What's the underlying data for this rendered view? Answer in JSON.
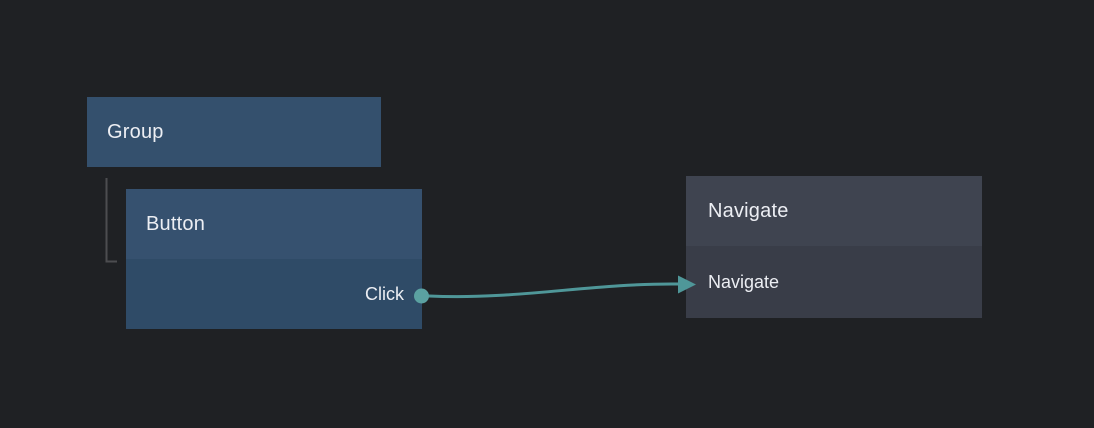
{
  "editor": {
    "nodes": {
      "group": {
        "title": "Group"
      },
      "button": {
        "title": "Button",
        "output_port_label": "Click"
      },
      "navigate": {
        "title": "Navigate",
        "action_row_label": "Navigate"
      }
    },
    "connections": [
      {
        "from_node": "Button",
        "from_port": "Click",
        "to_node": "Navigate",
        "to_row": "Navigate"
      }
    ],
    "hierarchy": [
      {
        "parent": "Group",
        "child": "Button"
      }
    ],
    "colors": {
      "canvas_background": "#1f2124",
      "selected_node_header": "#36516f",
      "selected_node_body": "#2f4b67",
      "group_node": "#34506d",
      "node_header": "#3f4450",
      "node_body": "#393d48",
      "wire": "#4f9799",
      "port_dot": "#5ba1a1",
      "tree_line": "#4c4d50",
      "label_text": "#eceef3"
    }
  }
}
